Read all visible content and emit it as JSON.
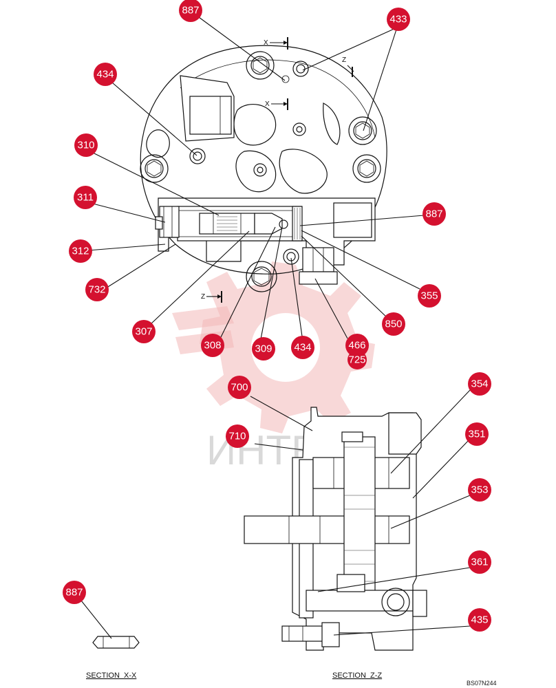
{
  "watermark": {
    "text": "ИНТЕХ"
  },
  "callouts": [
    {
      "id": "c887a",
      "label": "887"
    },
    {
      "id": "c433",
      "label": "433"
    },
    {
      "id": "c434a",
      "label": "434"
    },
    {
      "id": "c310",
      "label": "310"
    },
    {
      "id": "c311",
      "label": "311"
    },
    {
      "id": "c887b",
      "label": "887"
    },
    {
      "id": "c312",
      "label": "312"
    },
    {
      "id": "c732",
      "label": "732"
    },
    {
      "id": "c355",
      "label": "355"
    },
    {
      "id": "c850",
      "label": "850"
    },
    {
      "id": "c307",
      "label": "307"
    },
    {
      "id": "c308",
      "label": "308"
    },
    {
      "id": "c309",
      "label": "309"
    },
    {
      "id": "c434b",
      "label": "434"
    },
    {
      "id": "c466",
      "label": "466"
    },
    {
      "id": "c725",
      "label": "725"
    },
    {
      "id": "c700",
      "label": "700"
    },
    {
      "id": "c354",
      "label": "354"
    },
    {
      "id": "c710",
      "label": "710"
    },
    {
      "id": "c351",
      "label": "351"
    },
    {
      "id": "c353",
      "label": "353"
    },
    {
      "id": "c361",
      "label": "361"
    },
    {
      "id": "c887c",
      "label": "887"
    },
    {
      "id": "c435",
      "label": "435"
    }
  ],
  "section_marks": {
    "x1": "X",
    "x2": "X",
    "z1": "Z",
    "z2": "Z"
  },
  "section_xx_label": "SECTION  X-X",
  "section_zz_label": "SECTION  Z-Z",
  "drawing_ref": "BS07N244"
}
